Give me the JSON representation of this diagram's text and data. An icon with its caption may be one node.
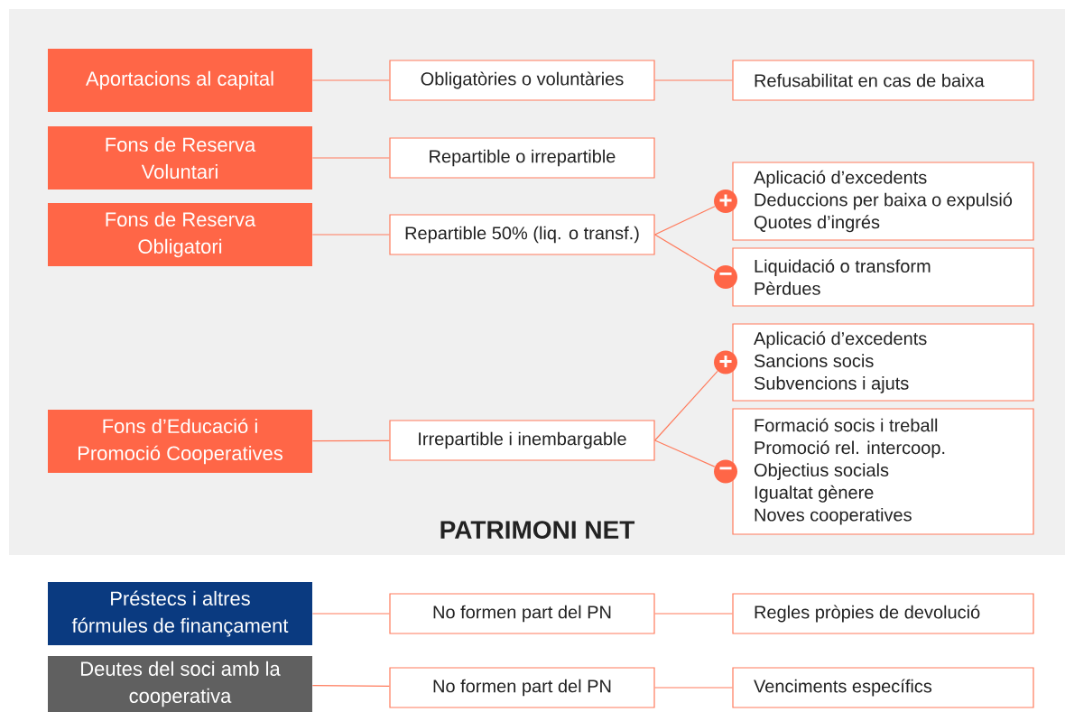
{
  "diagram": {
    "nodes": [
      {
        "text": [
          "PATRIMONI NET"
        ]
      },
      {
        "text": [
          "Aportacions al capital"
        ],
        "in": 0
      },
      {
        "text": [
          "Obligatòries o voluntàries"
        ],
        "in": 0
      },
      {
        "text": [
          "Refusabilitat en cas de baixa"
        ],
        "in": 0
      },
      {
        "text": [
          "Fons de Reserva Voluntari"
        ],
        "in": 0
      },
      {
        "text": [
          "Repartible o irrepartible"
        ],
        "in": 0
      },
      {
        "text": [
          "Fons de Reserva Obligatori"
        ],
        "in": 0
      },
      {
        "text": [
          "Repartible 50% (liq. o transf.)"
        ],
        "in": 0
      },
      {
        "text": [
          "+"
        ],
        "in": 0
      },
      {
        "text": [
          "Aplicació d’excedents",
          "Deduccions per baixa o expulsió",
          "Quotes d’ingrés"
        ],
        "in": 0
      },
      {
        "text": [
          "−"
        ],
        "in": 0
      },
      {
        "text": [
          "Liquidació o transform",
          "Pèrdues"
        ],
        "in": 0
      },
      {
        "text": [
          "Fons d’Educació i Promoció Cooperatives"
        ],
        "in": 0
      },
      {
        "text": [
          "Irrepartible i inembargable"
        ],
        "in": 0
      },
      {
        "text": [
          "+"
        ],
        "in": 0
      },
      {
        "text": [
          "Aplicació d’excedents",
          "Sancions socis",
          "Subvencions i ajuts"
        ],
        "in": 0
      },
      {
        "text": [
          "−"
        ],
        "in": 0
      },
      {
        "text": [
          "Formació socis i treball",
          "Promoció rel. intercoop.",
          "Objectius socials",
          "Igualtat gènere",
          "Noves cooperatives"
        ],
        "in": 0
      },
      {
        "text": [
          "Préstecs i altres fórmules de finançament"
        ]
      },
      {
        "text": [
          "No formen part del PN"
        ]
      },
      {
        "text": [
          "Regles pròpies de devolució"
        ]
      },
      {
        "text": [
          "Deutes del soci amb la cooperativa"
        ]
      },
      {
        "text": [
          "No formen part del PN"
        ]
      },
      {
        "text": [
          "Venciments específics"
        ]
      }
    ],
    "edges": [
      {
        "from": 1,
        "to": 2,
        "arrow": "none"
      },
      {
        "from": 2,
        "to": 3,
        "arrow": "none"
      },
      {
        "from": 4,
        "to": 5,
        "arrow": "none"
      },
      {
        "from": 6,
        "to": 7,
        "arrow": "none"
      },
      {
        "from": 7,
        "to": 8,
        "arrow": "none"
      },
      {
        "from": 7,
        "to": 10,
        "arrow": "none"
      },
      {
        "from": 12,
        "to": 13,
        "arrow": "none"
      },
      {
        "from": 13,
        "to": 14,
        "arrow": "none"
      },
      {
        "from": 13,
        "to": 16,
        "arrow": "none"
      },
      {
        "from": 18,
        "to": 19,
        "arrow": "none"
      },
      {
        "from": 19,
        "to": 20,
        "arrow": "none"
      },
      {
        "from": 21,
        "to": 22,
        "arrow": "none"
      },
      {
        "from": 22,
        "to": 23,
        "arrow": "none"
      }
    ]
  }
}
